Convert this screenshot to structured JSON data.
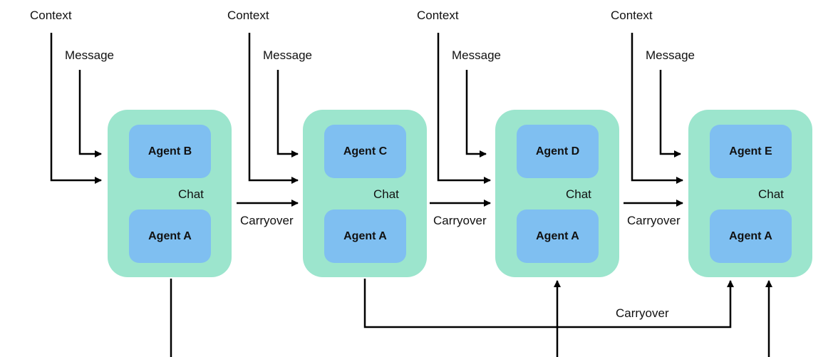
{
  "labels": {
    "context": "Context",
    "message": "Message",
    "chat": "Chat",
    "carryover": "Carryover"
  },
  "groups": [
    {
      "top_agent": "Agent B",
      "bottom_agent": "Agent A"
    },
    {
      "top_agent": "Agent C",
      "bottom_agent": "Agent A"
    },
    {
      "top_agent": "Agent D",
      "bottom_agent": "Agent A"
    },
    {
      "top_agent": "Agent E",
      "bottom_agent": "Agent A"
    }
  ],
  "colors": {
    "group_fill": "#9ce5cd",
    "agent_fill": "#7fbff1",
    "line": "#000000"
  }
}
